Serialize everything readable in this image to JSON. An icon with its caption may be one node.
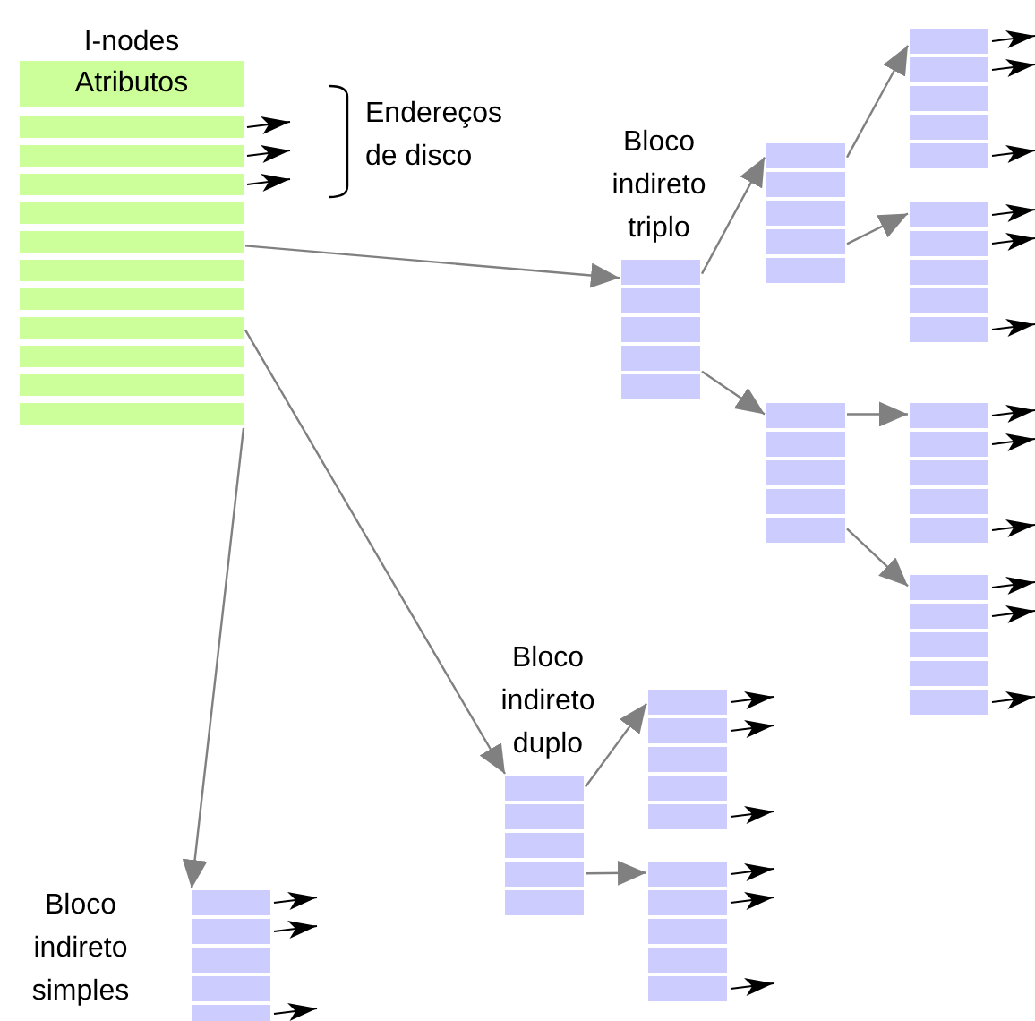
{
  "diagram": {
    "nodes": [
      {
        "text": [
          "I-nodes",
          "Atributos"
        ]
      },
      {
        "text": [],
        "shape": "box",
        "beside": [
          "Bloco indireto triplo"
        ]
      },
      {
        "text": [],
        "shape": "box"
      },
      {
        "text": [],
        "shape": "box"
      },
      {
        "text": [],
        "shape": "box"
      },
      {
        "text": [],
        "shape": "box"
      },
      {
        "text": [],
        "shape": "box"
      },
      {
        "text": [],
        "shape": "box"
      },
      {
        "text": [],
        "shape": "box",
        "beside": [
          "Bloco indireto duplo"
        ]
      },
      {
        "text": [],
        "shape": "box"
      },
      {
        "text": [],
        "shape": "box"
      },
      {
        "text": [],
        "shape": "box",
        "beside": [
          "Bloco indireto simples"
        ]
      }
    ],
    "edges": [
      {
        "from": 0,
        "to": 1,
        "arrow": "to",
        "color": "#808080"
      },
      {
        "from": 0,
        "to": 8,
        "arrow": "to",
        "color": "#808080"
      },
      {
        "from": 0,
        "to": 11,
        "arrow": "to",
        "color": "#808080"
      },
      {
        "from": 1,
        "to": 2,
        "arrow": "to",
        "color": "#808080"
      },
      {
        "from": 1,
        "to": 3,
        "arrow": "to",
        "color": "#808080"
      },
      {
        "from": 2,
        "to": 4,
        "arrow": "to",
        "color": "#808080"
      },
      {
        "from": 2,
        "to": 5,
        "arrow": "to",
        "color": "#808080"
      },
      {
        "from": 3,
        "to": 6,
        "arrow": "to",
        "color": "#808080"
      },
      {
        "from": 3,
        "to": 7,
        "arrow": "to",
        "color": "#808080"
      },
      {
        "from": 8,
        "to": 9,
        "arrow": "to",
        "color": "#808080"
      },
      {
        "from": 8,
        "to": 10,
        "arrow": "to",
        "color": "#808080"
      },
      {
        "from": 0,
        "to": null,
        "arrow": "to"
      },
      {
        "from": 0,
        "to": null,
        "arrow": "to"
      },
      {
        "from": 0,
        "to": null,
        "arrow": "to"
      },
      {
        "from": 4,
        "to": null,
        "arrow": "to"
      },
      {
        "from": 4,
        "to": null,
        "arrow": "to"
      },
      {
        "from": 4,
        "to": null,
        "arrow": "to"
      },
      {
        "from": 5,
        "to": null,
        "arrow": "to"
      },
      {
        "from": 5,
        "to": null,
        "arrow": "to"
      },
      {
        "from": 5,
        "to": null,
        "arrow": "to"
      },
      {
        "from": 6,
        "to": null,
        "arrow": "to"
      },
      {
        "from": 6,
        "to": null,
        "arrow": "to"
      },
      {
        "from": 6,
        "to": null,
        "arrow": "to"
      },
      {
        "from": 7,
        "to": null,
        "arrow": "to"
      },
      {
        "from": 7,
        "to": null,
        "arrow": "to"
      },
      {
        "from": 7,
        "to": null,
        "arrow": "to"
      },
      {
        "from": 9,
        "to": null,
        "arrow": "to"
      },
      {
        "from": 9,
        "to": null,
        "arrow": "to"
      },
      {
        "from": 9,
        "to": null,
        "arrow": "to"
      },
      {
        "from": 10,
        "to": null,
        "arrow": "to"
      },
      {
        "from": 10,
        "to": null,
        "arrow": "to"
      },
      {
        "from": 10,
        "to": null,
        "arrow": "to"
      },
      {
        "from": 11,
        "to": null,
        "arrow": "to"
      },
      {
        "from": 11,
        "to": null,
        "arrow": "to"
      },
      {
        "from": 11,
        "to": null,
        "arrow": "to"
      }
    ],
    "labels": [
      "Endereços de disco"
    ]
  }
}
